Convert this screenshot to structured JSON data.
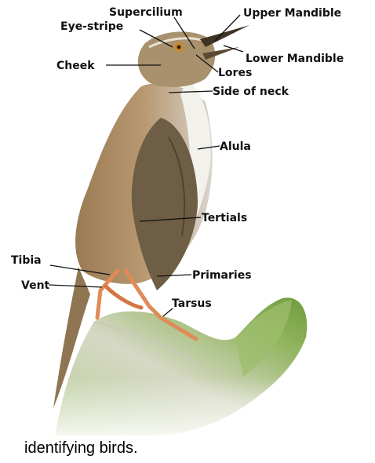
{
  "labels": {
    "supercilium": "Supercilium",
    "upper_mandible": "Upper Mandible",
    "eye_stripe": "Eye-stripe",
    "lower_mandible": "Lower Mandible",
    "cheek": "Cheek",
    "lores": "Lores",
    "side_of_neck": "Side of neck",
    "alula": "Alula",
    "tertials": "Tertials",
    "tibia": "Tibia",
    "primaries": "Primaries",
    "vent": "Vent",
    "tarsus": "Tarsus"
  },
  "caption": "identifying birds."
}
